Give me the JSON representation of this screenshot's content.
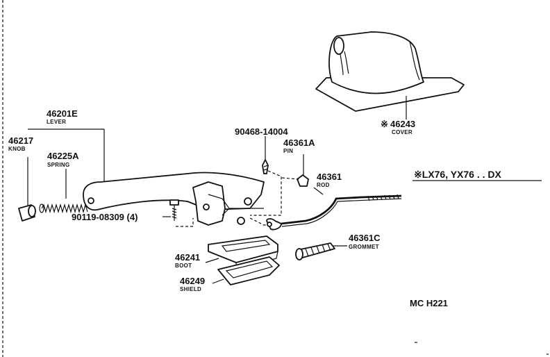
{
  "parts": [
    {
      "id": "lever",
      "number": "46201E",
      "name": "LEVER"
    },
    {
      "id": "knob",
      "number": "46217",
      "name": "KNOB"
    },
    {
      "id": "spring",
      "number": "46225A",
      "name": "SPRING"
    },
    {
      "id": "bolt",
      "number": "90119-08309 (4)",
      "name": ""
    },
    {
      "id": "cotter",
      "number": "90468-14004",
      "name": ""
    },
    {
      "id": "pin",
      "number": "46361A",
      "name": "PIN"
    },
    {
      "id": "rod",
      "number": "46361",
      "name": "ROD"
    },
    {
      "id": "grommet",
      "number": "46361C",
      "name": "GROMMET"
    },
    {
      "id": "boot",
      "number": "46241",
      "name": "BOOT"
    },
    {
      "id": "shield",
      "number": "46249",
      "name": "SHIELD"
    },
    {
      "id": "cover",
      "number": "46243",
      "name": "COVER",
      "marker": "※"
    }
  ],
  "applicability_note": "※LX76, YX76 . . DX",
  "figure_code": "MC H221"
}
